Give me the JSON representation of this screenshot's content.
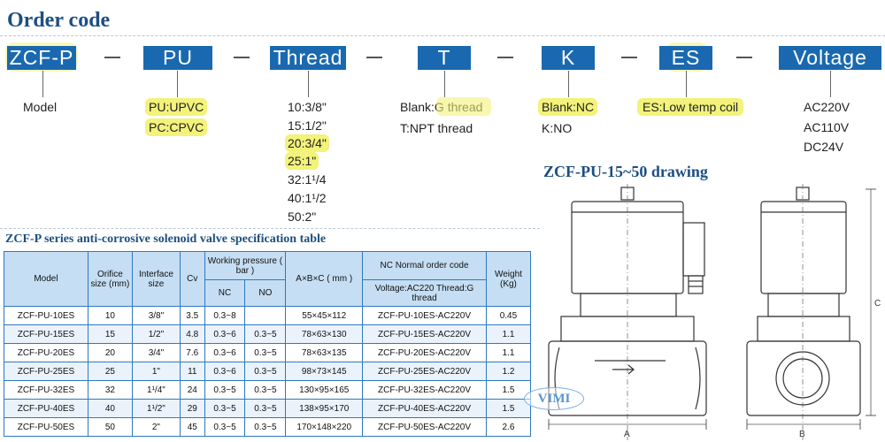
{
  "page_title": "Order code",
  "order_codes": [
    {
      "code": "ZCF-P",
      "options": [
        "Model"
      ]
    },
    {
      "code": "PU",
      "options": [
        "PU:UPVC",
        "PC:CPVC"
      ]
    },
    {
      "code": "Thread",
      "options": [
        "10:3/8\"",
        "15:1/2\"",
        "20:3/4\"",
        "25:1\"",
        "32:1¹/4",
        "40:1¹/2",
        "50:2\""
      ]
    },
    {
      "code": "T",
      "options": [
        "Blank:G thread",
        "T:NPT thread"
      ]
    },
    {
      "code": "K",
      "options": [
        "Blank:NC",
        "K:NO"
      ]
    },
    {
      "code": "ES",
      "options": [
        "ES:Low temp coil"
      ]
    },
    {
      "code": "Voltage",
      "options": [
        "AC220V",
        "AC110V",
        "DC24V"
      ]
    }
  ],
  "drawing_title": "ZCF-PU-15~50 drawing",
  "drawing_labels": {
    "dim_a": "A",
    "dim_b": "B",
    "dim_c": "C"
  },
  "watermark": "VIMI",
  "table": {
    "title": "ZCF-P series anti-corrosive solenoid valve specification table",
    "headers": {
      "model": "Model",
      "orifice": "Orifice size (mm)",
      "interface": "Interface size",
      "cv": "Cv",
      "working_pressure": "Working pressure ( bar )",
      "nc": "NC",
      "no": "NO",
      "dims": "A×B×C ( mm )",
      "nc_order": "NC Normal order code",
      "order_sub": "Voltage:AC220 Thread:G thread",
      "weight": "Weight (Kg)"
    },
    "rows": [
      {
        "model": "ZCF-PU-10ES",
        "orifice": "10",
        "interface": "3/8\"",
        "cv": "3.5",
        "nc": "0.3~8",
        "no": "",
        "dims": "55×45×112",
        "code": "ZCF-PU-10ES-AC220V",
        "weight": "0.45"
      },
      {
        "model": "ZCF-PU-15ES",
        "orifice": "15",
        "interface": "1/2\"",
        "cv": "4.8",
        "nc": "0.3~6",
        "no": "0.3~5",
        "dims": "78×63×130",
        "code": "ZCF-PU-15ES-AC220V",
        "weight": "1.1"
      },
      {
        "model": "ZCF-PU-20ES",
        "orifice": "20",
        "interface": "3/4\"",
        "cv": "7.6",
        "nc": "0.3~6",
        "no": "0.3~5",
        "dims": "78×63×135",
        "code": "ZCF-PU-20ES-AC220V",
        "weight": "1.1"
      },
      {
        "model": "ZCF-PU-25ES",
        "orifice": "25",
        "interface": "1\"",
        "cv": "11",
        "nc": "0.3~6",
        "no": "0.3~5",
        "dims": "98×73×145",
        "code": "ZCF-PU-25ES-AC220V",
        "weight": "1.2"
      },
      {
        "model": "ZCF-PU-32ES",
        "orifice": "32",
        "interface": "1¹/4\"",
        "cv": "24",
        "nc": "0.3~5",
        "no": "0.3~5",
        "dims": "130×95×165",
        "code": "ZCF-PU-32ES-AC220V",
        "weight": "1.5"
      },
      {
        "model": "ZCF-PU-40ES",
        "orifice": "40",
        "interface": "1¹/2\"",
        "cv": "29",
        "nc": "0.3~5",
        "no": "0.3~5",
        "dims": "138×95×170",
        "code": "ZCF-PU-40ES-AC220V",
        "weight": "1.5"
      },
      {
        "model": "ZCF-PU-50ES",
        "orifice": "50",
        "interface": "2\"",
        "cv": "45",
        "nc": "0.3~5",
        "no": "0.3~5",
        "dims": "170×148×220",
        "code": "ZCF-PU-50ES-AC220V",
        "weight": "2.6"
      }
    ]
  }
}
